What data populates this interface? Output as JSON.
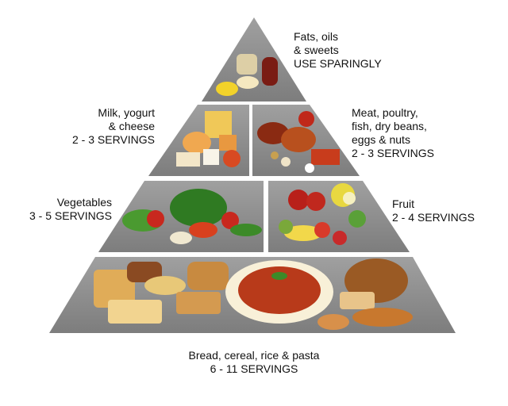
{
  "tiers": {
    "top": {
      "line1": "Fats, oils",
      "line2": "& sweets",
      "servings": "USE SPARINGLY"
    },
    "dairy": {
      "line1": "Milk, yogurt",
      "line2": "& cheese",
      "servings": "2 - 3 SERVINGS"
    },
    "meat": {
      "line1": "Meat, poultry,",
      "line2": "fish, dry beans,",
      "line3": "eggs & nuts",
      "servings": "2 - 3 SERVINGS"
    },
    "vegetables": {
      "line1": "Vegetables",
      "servings": "3 - 5 SERVINGS"
    },
    "fruit": {
      "line1": "Fruit",
      "servings": "2 - 4 SERVINGS"
    },
    "grains": {
      "line1": "Bread, cereal, rice & pasta",
      "servings": "6 - 11 SERVINGS"
    }
  },
  "colors": {
    "pyramid_gray": "#8c8c8c",
    "frame_dark": "#6e6e6e",
    "bread": "#d8a24a",
    "tomato": "#c8281e",
    "greens": "#3c8a28",
    "cheese": "#f0c858",
    "pasta_sauce": "#b83a1a"
  }
}
